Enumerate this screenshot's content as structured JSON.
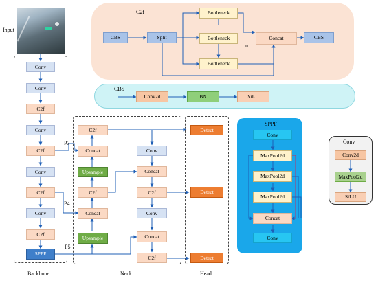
{
  "input_label": "Input",
  "columns": {
    "backbone": "Backbone",
    "neck": "Neck",
    "head": "Head"
  },
  "backbone": {
    "blocks": [
      "Conv",
      "Conv",
      "C2f",
      "Conv",
      "C2f",
      "Conv",
      "C2f",
      "Conv",
      "C2f",
      "SPPF"
    ],
    "taps": [
      "P3",
      "P4",
      "P5"
    ]
  },
  "neck": {
    "left": [
      "C2f",
      "Concat",
      "Upsample",
      "C2f",
      "Concat",
      "Upsample"
    ],
    "right": [
      "Conv",
      "Concat",
      "C2f",
      "Conv",
      "Concat",
      "C2f"
    ]
  },
  "head": {
    "blocks": [
      "Detect",
      "Detect",
      "Detect"
    ]
  },
  "c2f_module": {
    "title": "C2f",
    "blocks": {
      "cbs_in": "CBS",
      "split": "Split",
      "bottleneck": "Bottleneck",
      "concat": "Concat",
      "cbs_out": "CBS"
    },
    "n_label": "n"
  },
  "cbs_module": {
    "title": "CBS",
    "blocks": [
      "Conv2d",
      "BN",
      "SiLU"
    ]
  },
  "sppf_module": {
    "title": "SPPF",
    "blocks": [
      "Conv",
      "MaxPool2d",
      "MaxPool2d",
      "MaxPool2d",
      "Concat",
      "Conv"
    ]
  },
  "conv_module": {
    "title": "Conv",
    "blocks": [
      "Conv2d",
      "MaxPool2d",
      "SiLU"
    ]
  },
  "colors": {
    "c2f_panel": "#fbe3d4",
    "cbs_panel": "#cff3f6",
    "sppf_panel": "#1aa7ea",
    "arrow": "#1f5fb6",
    "detect": "#ed7d31",
    "upsample": "#6fac46",
    "sppf": "#3f7fca"
  }
}
